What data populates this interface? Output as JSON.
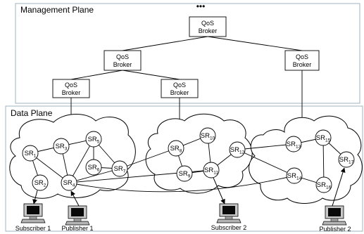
{
  "planes": {
    "management": "Management Plane",
    "data": "Data Plane"
  },
  "top_ellipsis": "•••",
  "brokers": [
    {
      "id": "broker-top",
      "line1": "QoS",
      "line2": "Broker"
    },
    {
      "id": "broker-mid-left",
      "line1": "QoS",
      "line2": "Broker"
    },
    {
      "id": "broker-mid-right",
      "line1": "QoS",
      "line2": "Broker"
    },
    {
      "id": "broker-low-left",
      "line1": "QoS",
      "line2": "Broker"
    },
    {
      "id": "broker-low-center",
      "line1": "QoS",
      "line2": "Broker"
    }
  ],
  "routers": [
    {
      "id": "sr1",
      "base": "SR",
      "sub": "1"
    },
    {
      "id": "sr2",
      "base": "SR",
      "sub": "2"
    },
    {
      "id": "sr3",
      "base": "SR",
      "sub": "3"
    },
    {
      "id": "sr4",
      "base": "SR",
      "sub": "4"
    },
    {
      "id": "sr5",
      "base": "SR",
      "sub": "5"
    },
    {
      "id": "sr6",
      "base": "SR",
      "sub": "6"
    },
    {
      "id": "sr7",
      "base": "SR",
      "sub": "7"
    },
    {
      "id": "sr8",
      "base": "SR",
      "sub": "8"
    },
    {
      "id": "sr9",
      "base": "SR",
      "sub": "9"
    },
    {
      "id": "sr10",
      "base": "SR",
      "sub": "10"
    },
    {
      "id": "sr11",
      "base": "SR",
      "sub": "11"
    },
    {
      "id": "sr12",
      "base": "SR",
      "sub": "12"
    },
    {
      "id": "sr13",
      "base": "SR",
      "sub": "13"
    },
    {
      "id": "sr14",
      "base": "SR",
      "sub": "14"
    },
    {
      "id": "sr15",
      "base": "SR",
      "sub": "15"
    },
    {
      "id": "sr16",
      "base": "SR",
      "sub": "16"
    },
    {
      "id": "sr17",
      "base": "SR",
      "sub": "17"
    }
  ],
  "devices": [
    {
      "id": "subscriber-1",
      "label": "Subscriber 1"
    },
    {
      "id": "publisher-1",
      "label": "Publisher 1"
    },
    {
      "id": "subscriber-2",
      "label": "Subscriber 2"
    },
    {
      "id": "publisher-2",
      "label": "Publisher 2"
    }
  ],
  "colors": {
    "plane_border": "#9fb3bc",
    "stroke": "#000000",
    "background": "#ffffff"
  }
}
